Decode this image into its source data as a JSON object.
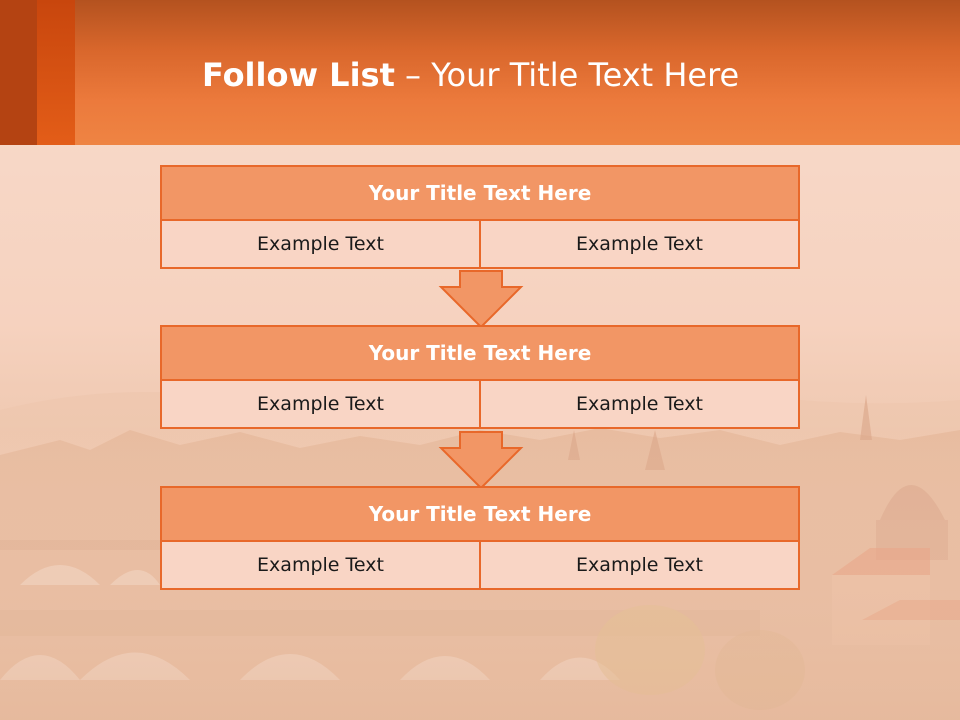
{
  "slide": {
    "title_bold": "Follow List",
    "title_rest": "– Your Title Text Here"
  },
  "blocks": [
    {
      "title": "Your Title Text Here",
      "left": "Example Text",
      "right": "Example Text"
    },
    {
      "title": "Your Title Text Here",
      "left": "Example Text",
      "right": "Example Text"
    },
    {
      "title": "Your Title Text Here",
      "left": "Example Text",
      "right": "Example Text"
    }
  ],
  "colors": {
    "accent": "#ee8443",
    "block_header": "#f29665",
    "block_border": "#e8682a",
    "cell_fill": "#f9d5c5"
  }
}
